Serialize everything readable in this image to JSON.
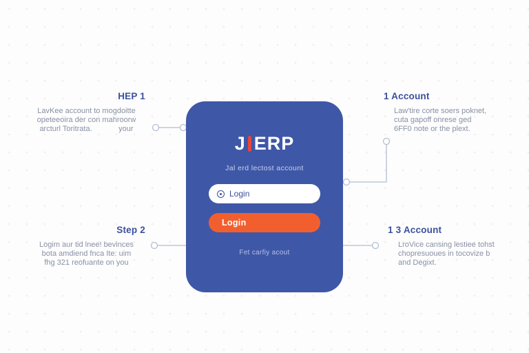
{
  "colors": {
    "background": "#fdfdfd",
    "card_bg": "#3f57a7",
    "button_orange": "#f25f2e",
    "logo_accent_red": "#e8453c",
    "heading_navy": "#3b509c",
    "body_text_gray": "#8890a5",
    "connector_line": "#b3bdd3",
    "input_text_navy": "#3a4f9b"
  },
  "annotations": {
    "top_left": {
      "heading": "HEP 1",
      "lines": [
        "LavKee account to mogdoitte",
        "opeteeoira der con mahroorw",
        "arcturl Toritrata.       your"
      ]
    },
    "bottom_left": {
      "heading": "Step 2",
      "lines": [
        "Logim aur tid lnee! bevinces",
        "bota amdiend fnca Ite: uim",
        "fhg 321 reofuante on you"
      ]
    },
    "top_right": {
      "heading": "1 Account",
      "lines": [
        "Law'tire corte soers poknet,",
        "cuta gapoff onrese ged",
        "6FF0 note or the plext."
      ]
    },
    "bottom_right": {
      "heading": "1 3 Account",
      "lines": [
        "LroVice cansing lestiee tohst",
        "chopresuoues in tocovize b",
        "and Degixt."
      ]
    }
  },
  "card": {
    "logo": {
      "left": "J",
      "right": "ERP",
      "divider": "red-bar"
    },
    "subtitle": "Jal erd lectost account",
    "input": {
      "value": "Login",
      "icon": "target-icon"
    },
    "button_label": "Login",
    "footer": "Fet carfiy acout"
  }
}
